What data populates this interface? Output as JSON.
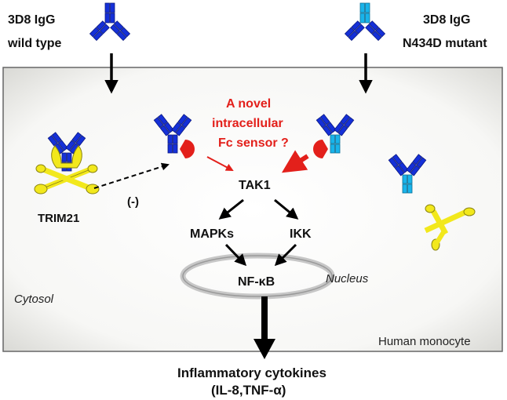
{
  "labels": {
    "wild_type_line1": "3D8 IgG",
    "wild_type_line2": "wild type",
    "mutant_line1": "3D8 IgG",
    "mutant_line2": "N434D mutant",
    "novel_sensor_line1": "A novel",
    "novel_sensor_line2": "intracellular",
    "novel_sensor_line3": "Fc sensor ?",
    "trim21": "TRIM21",
    "negative": "(-)",
    "tak1": "TAK1",
    "mapks": "MAPKs",
    "ikk": "IKK",
    "nfkb": "NF-κB",
    "nucleus": "Nucleus",
    "cytosol": "Cytosol",
    "cell": "Human monocyte",
    "output_line1": "Inflammatory cytokines",
    "output_line2": "(IL-8,TNF-α)"
  },
  "colors": {
    "wild_type_antibody": "#1530d8",
    "mutant_antibody": "#19b4ea",
    "trim21": "#f2e81c",
    "sensor": "#e3201b",
    "sensor_text": "#e3201b"
  }
}
